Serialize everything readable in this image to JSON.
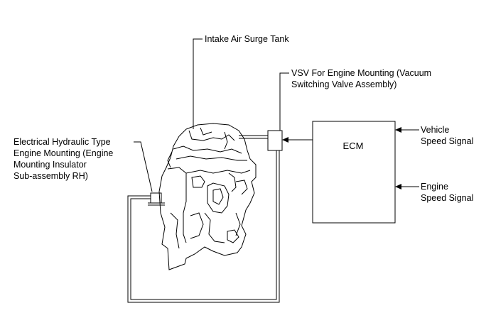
{
  "labels": {
    "surge_tank": "Intake Air Surge Tank",
    "vsv": [
      "VSV For Engine Mounting (Vacuum",
      "Switching Valve Assembly)"
    ],
    "mounting": [
      "Electrical Hydraulic Type",
      "Engine Mounting (Engine",
      "Mounting Insulator",
      "Sub-assembly RH)"
    ],
    "ecm": "ECM",
    "vehicle_speed": [
      "Vehicle",
      "Speed Signal"
    ],
    "engine_speed": [
      "Engine",
      "Speed Signal"
    ]
  },
  "colors": {
    "line": "#000000",
    "background": "#ffffff"
  }
}
